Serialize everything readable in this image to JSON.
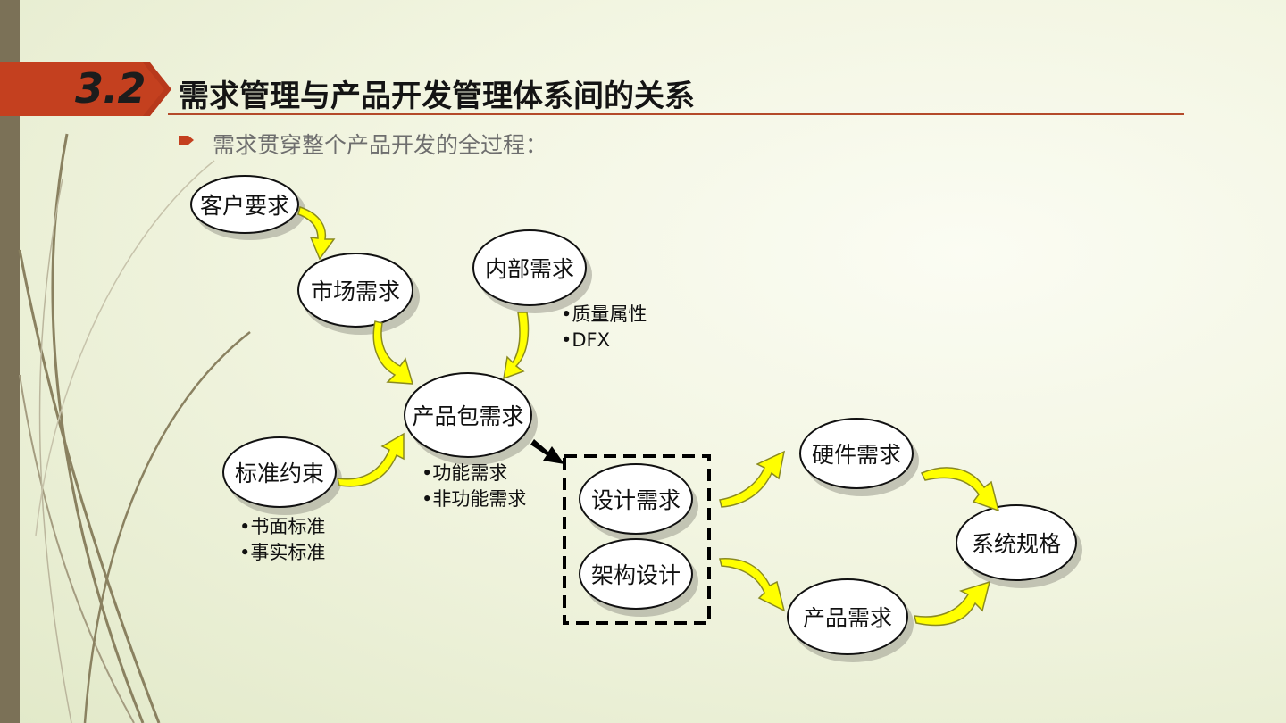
{
  "header": {
    "section_number": "3.2",
    "title": "需求管理与产品开发管理体系间的关系",
    "accent_color": "#b8391c"
  },
  "subtitle": "需求贯穿整个产品开发的全过程：",
  "nodes": {
    "customer": "客户要求",
    "market": "市场需求",
    "internal": "内部需求",
    "package": "产品包需求",
    "standard": "标准约束",
    "design_req": "设计需求",
    "architecture": "架构设计",
    "hardware": "硬件需求",
    "product": "产品需求",
    "system_spec": "系统规格"
  },
  "notes": {
    "internal": [
      "•质量属性",
      "•DFX"
    ],
    "package": [
      "•功能需求",
      "•非功能需求"
    ],
    "standard": [
      "•书面标准",
      "•事实标准"
    ]
  },
  "colors": {
    "arrow_fill": "#ffff00",
    "arrow_stroke": "#8a8a20",
    "node_fill": "#ffffff",
    "node_stroke": "#111111",
    "side_bar": "#7b7157"
  }
}
